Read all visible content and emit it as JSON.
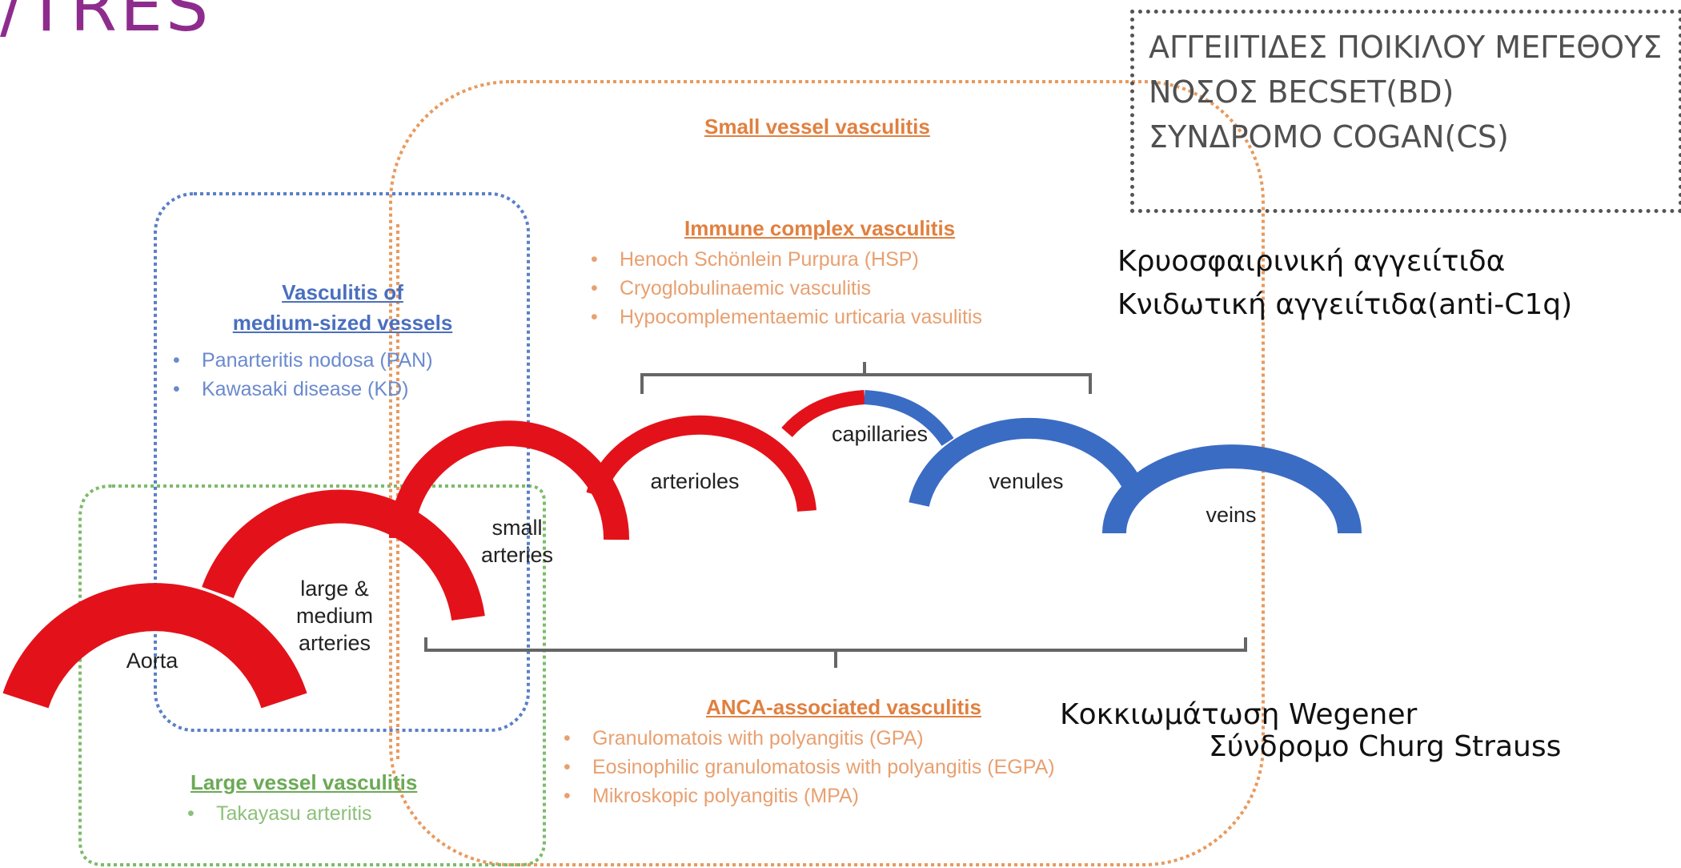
{
  "slide_title": "/TRES",
  "side_box": {
    "lines": [
      "ΑΓΓΕΙΙΤΙΔΕΣ ΠΟΙΚΙΛΟΥ ΜΕΓΕΘΟΥΣ",
      "ΝΟΣΟΣ BECSET(BD)",
      "ΣΥΝΔΡΟΜΟ COGAN(CS)"
    ]
  },
  "greek_notes": {
    "cryo": "Κρυοσφαιρινική αγγειίτιδα",
    "urticarial": "Κνιδωτική αγγειίτιδα(anti-C1q)",
    "wegener": "Κοκκιωμάτωση Wegener",
    "churg": "Σύνδρομο Churg Strauss"
  },
  "small_vessel": {
    "title": "Small vessel vasculitis"
  },
  "immune_complex": {
    "title": "Immune complex vasculitis",
    "items": [
      "Henoch Schönlein Purpura (HSP)",
      "Cryoglobulinaemic vasculitis",
      "Hypocomplementaemic urticaria vasulitis"
    ]
  },
  "medium_vessel": {
    "title_line1": "Vasculitis of",
    "title_line2": "medium-sized vessels",
    "items": [
      "Panarteritis nodosa (PAN)",
      "Kawasaki disease (KD)"
    ]
  },
  "anca": {
    "title": "ANCA-associated vasculitis",
    "items": [
      "Granulomatois with polyangitis (GPA)",
      "Eosinophilic granulomatosis with polyangitis (EGPA)",
      "Mikroskopic polyangitis (MPA)"
    ]
  },
  "large_vessel": {
    "title": "Large vessel vasculitis",
    "items": [
      "Takayasu arteritis"
    ]
  },
  "vessel_labels": {
    "aorta": "Aorta",
    "large_medium_1": "large &",
    "large_medium_2": "medium",
    "large_medium_3": "arteries",
    "small_arteries_1": "small",
    "small_arteries_2": "arteries",
    "arterioles": "arterioles",
    "capillaries": "capillaries",
    "venules": "venules",
    "veins": "veins"
  },
  "colors": {
    "arterial_red": "#e3121a",
    "venous_blue": "#3b6cc4",
    "small_orange": "#e89a5e",
    "medium_blue": "#5a7fc8",
    "large_green": "#7dbb6a",
    "title_purple": "#8e2c8e"
  }
}
